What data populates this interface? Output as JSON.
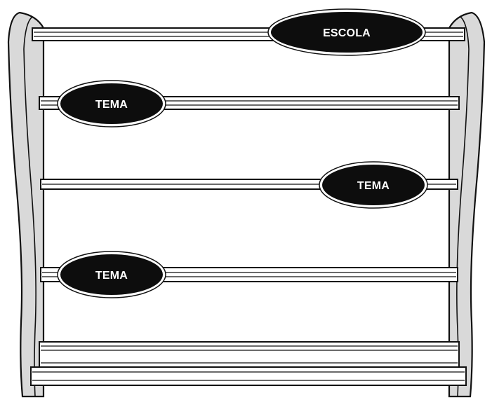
{
  "labels": {
    "school": "ESCOLA",
    "theme_1": "TEMA",
    "theme_2": "TEMA",
    "theme_3": "TEMA"
  },
  "colors": {
    "outline": "#111111",
    "side_fill": "#d9d9d9",
    "board_fill": "#ffffff",
    "label_fill": "#0d0d0d",
    "label_text": "#ffffff"
  }
}
